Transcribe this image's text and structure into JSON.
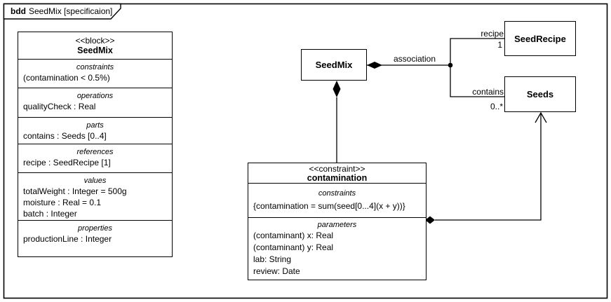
{
  "frame": {
    "tag": "bdd",
    "title": "SeedMix [specificaion]"
  },
  "blocks": {
    "seedmix_def": {
      "stereotype": "<<block>>",
      "name": "SeedMix",
      "compartments": [
        {
          "label": "constraints",
          "lines": [
            "(contamination < 0.5%)"
          ]
        },
        {
          "label": "operations",
          "lines": [
            "qualityCheck : Real"
          ]
        },
        {
          "label": "parts",
          "lines": [
            "contains : Seeds [0..4]"
          ]
        },
        {
          "label": "references",
          "lines": [
            "recipe : SeedRecipe [1]"
          ]
        },
        {
          "label": "values",
          "lines": [
            "totalWeight : Integer = 500g",
            "moisture : Real = 0.1",
            "batch : Integer"
          ]
        },
        {
          "label": "properties",
          "lines": [
            "productionLine : Integer"
          ]
        }
      ]
    },
    "seedmix_node": {
      "name": "SeedMix"
    },
    "seedrecipe_node": {
      "name": "SeedRecipe"
    },
    "seeds_node": {
      "name": "Seeds"
    },
    "contamination_constraint": {
      "stereotype": "<<constraint>>",
      "name": "contamination",
      "compartments": [
        {
          "label": "constraints",
          "lines": [
            "{contamination = sum(seed[0...4](x + y))}"
          ]
        },
        {
          "label": "parameters",
          "lines": [
            "(contaminant) x: Real",
            "(contaminant) y: Real",
            "lab: String",
            "review: Date"
          ]
        }
      ]
    }
  },
  "edges": {
    "association": {
      "label": "association"
    },
    "recipe": {
      "role": "recipe",
      "multiplicity": "1"
    },
    "contains": {
      "role": "contains",
      "multiplicity": "0..*"
    }
  },
  "colors": {
    "line": "#000000",
    "background": "#ffffff"
  }
}
